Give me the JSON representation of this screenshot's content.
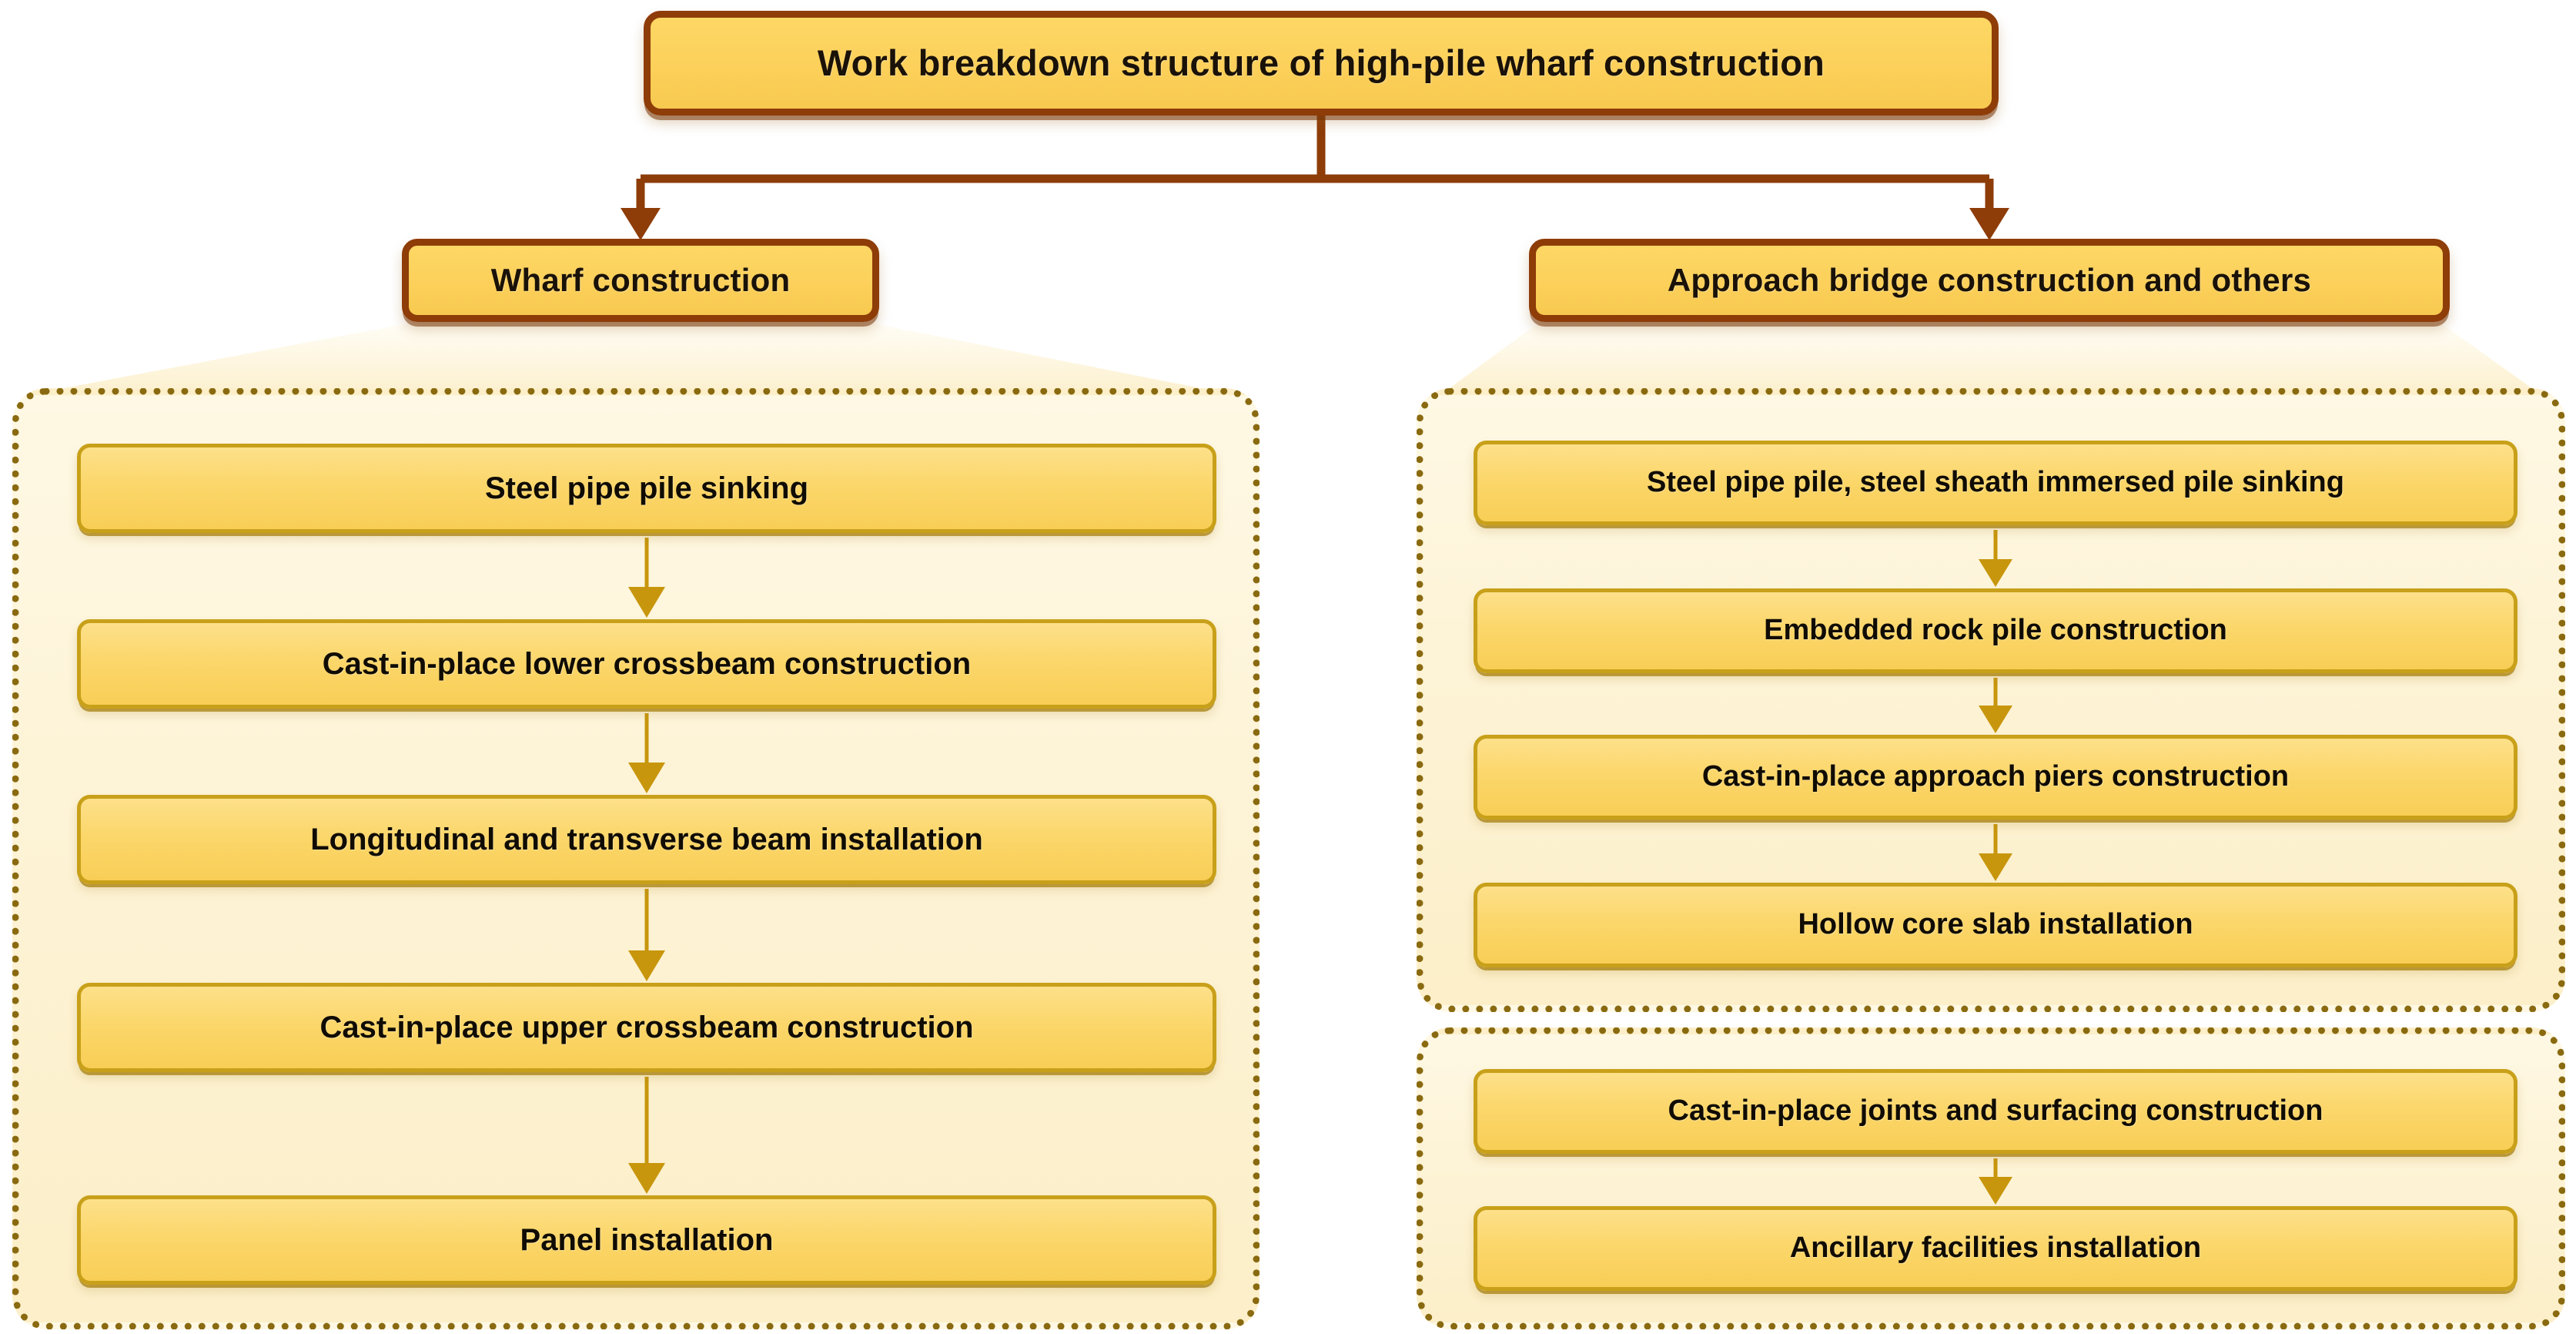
{
  "diagram": {
    "title": "Work breakdown structure of high-pile wharf construction",
    "type": "work-breakdown-structure",
    "colors": {
      "node_fill": "#FCD05A",
      "node_border": "#8E3C08",
      "task_fill": "#FBD669",
      "task_border": "#C8A019",
      "group_border": "#8A6A10",
      "group_fill": "#FDF3D6",
      "connector": "#8E3C08",
      "arrow": "#C8960C",
      "text": "#100c04",
      "background": "#FFFFFF"
    }
  },
  "root": {
    "label": "Work breakdown structure of high-pile wharf construction"
  },
  "branches": [
    {
      "id": "wharf",
      "label": "Wharf construction",
      "groups": [
        {
          "id": "wharf-sequence",
          "tasks": [
            {
              "label": "Steel pipe pile sinking"
            },
            {
              "label": "Cast-in-place lower crossbeam construction"
            },
            {
              "label": "Longitudinal and transverse beam installation"
            },
            {
              "label": "Cast-in-place upper crossbeam construction"
            },
            {
              "label": "Panel installation"
            }
          ]
        }
      ]
    },
    {
      "id": "approach",
      "label": "Approach bridge construction and others",
      "groups": [
        {
          "id": "approach-sequence-1",
          "tasks": [
            {
              "label": "Steel pipe pile, steel sheath immersed pile sinking"
            },
            {
              "label": "Embedded rock pile construction"
            },
            {
              "label": "Cast-in-place approach piers construction"
            },
            {
              "label": "Hollow core slab installation"
            }
          ]
        },
        {
          "id": "approach-sequence-2",
          "tasks": [
            {
              "label": "Cast-in-place joints and surfacing construction"
            },
            {
              "label": "Ancillary facilities installation"
            }
          ]
        }
      ]
    }
  ]
}
